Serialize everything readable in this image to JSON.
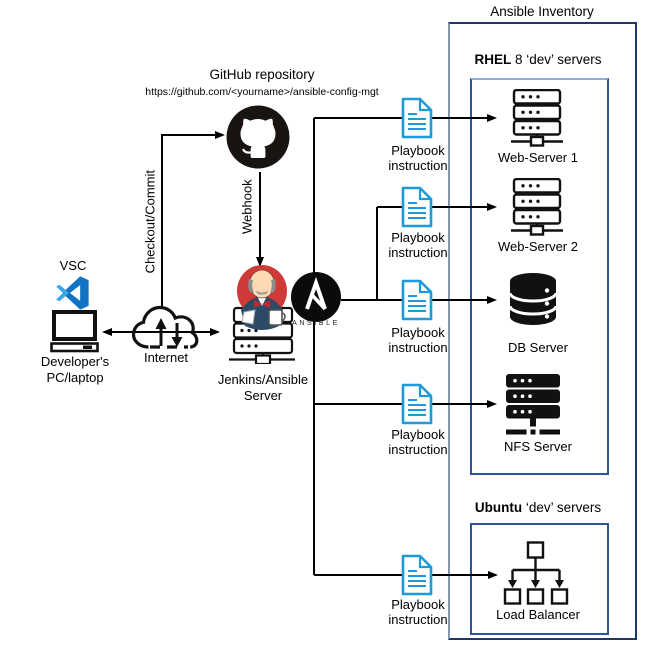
{
  "title": "Ansible Inventory",
  "groups": {
    "rhel": {
      "name": "RHEL",
      "suffix": " 8 ‘dev’ servers",
      "servers": [
        "Web-Server 1",
        "Web-Server 2",
        "DB Server",
        "NFS Server"
      ]
    },
    "ubuntu": {
      "name": "Ubuntu",
      "suffix": " ‘dev’ servers",
      "servers": [
        "Load Balancer"
      ]
    }
  },
  "github": {
    "title": "GitHub repository",
    "url": "https://github.com/<yourname>/ansible-config-mgt"
  },
  "nodes": {
    "vsc": "VSC",
    "developer_line1": "Developer's",
    "developer_line2": "PC/laptop",
    "internet": "Internet",
    "jenkins_line1": "Jenkins/Ansible",
    "jenkins_line2": "Server",
    "ansible_wordmark": "ANSIBLE"
  },
  "edges": {
    "checkout_commit": "Checkout/Commit",
    "webhook": "Webhook"
  },
  "playbook": {
    "line1": "Playbook",
    "line2": "instruction"
  },
  "colors": {
    "playbook_blue": "#1d9bd7",
    "outer_box_border": "#203864",
    "inner_box_border": "#2f5496",
    "jenkins_red": "#cf3a38",
    "vscode_blue": "#1173c4",
    "line_black": "#000000"
  }
}
